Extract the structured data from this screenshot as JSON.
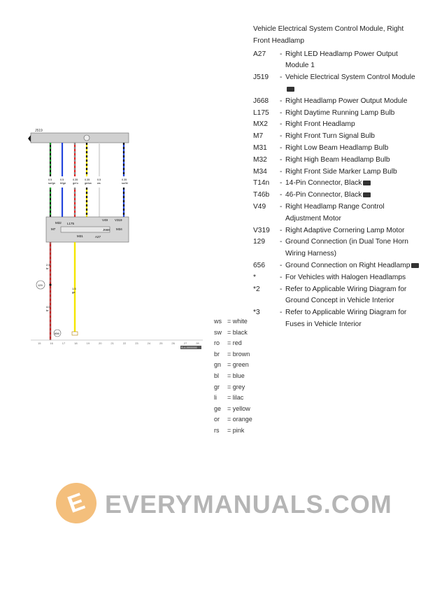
{
  "legend": {
    "title": "Vehicle Electrical System Control Module, Right Front Headlamp",
    "items": [
      {
        "code": "A27",
        "desc": "Right LED Headlamp Power Output Module 1",
        "cam": false
      },
      {
        "code": "J519",
        "desc": "Vehicle Electrical System Control Module",
        "cam": true
      },
      {
        "code": "J668",
        "desc": "Right Headlamp Power Output Module",
        "cam": false
      },
      {
        "code": "L175",
        "desc": "Right Daytime Running Lamp Bulb",
        "cam": false
      },
      {
        "code": "MX2",
        "desc": "Right Front Headlamp",
        "cam": false
      },
      {
        "code": "M7",
        "desc": "Right Front Turn Signal Bulb",
        "cam": false
      },
      {
        "code": "M31",
        "desc": "Right Low Beam Headlamp Bulb",
        "cam": false
      },
      {
        "code": "M32",
        "desc": "Right High Beam Headlamp Bulb",
        "cam": false
      },
      {
        "code": "M34",
        "desc": "Right Front Side Marker Lamp Bulb",
        "cam": false
      },
      {
        "code": "T14n",
        "desc": "14-Pin Connector, Black",
        "cam": true
      },
      {
        "code": "T46b",
        "desc": "46-Pin Connector, Black",
        "cam": true
      },
      {
        "code": "V49",
        "desc": "Right Headlamp Range Control Adjustment Motor",
        "cam": false
      },
      {
        "code": "V319",
        "desc": "Right Adaptive Cornering Lamp Motor",
        "cam": false
      },
      {
        "code": "129",
        "desc": "Ground Connection (in Dual Tone Horn Wiring Harness)",
        "cam": false
      },
      {
        "code": "656",
        "desc": "Ground Connection on Right Headlamp",
        "cam": true
      },
      {
        "code": "*",
        "desc": "For Vehicles with Halogen Headlamps",
        "cam": false
      },
      {
        "code": "*2",
        "desc": "Refer to Applicable Wiring Diagram for Ground Concept in Vehicle Interior",
        "cam": false
      },
      {
        "code": "*3",
        "desc": "Refer to Applicable Wiring Diagram for Fuses in Vehicle Interior",
        "cam": false
      }
    ]
  },
  "colors": [
    {
      "abbr": "ws",
      "name": "white"
    },
    {
      "abbr": "sw",
      "name": "black"
    },
    {
      "abbr": "ro",
      "name": "red"
    },
    {
      "abbr": "br",
      "name": "brown"
    },
    {
      "abbr": "gn",
      "name": "green"
    },
    {
      "abbr": "bl",
      "name": "blue"
    },
    {
      "abbr": "gr",
      "name": "grey"
    },
    {
      "abbr": "li",
      "name": "lilac"
    },
    {
      "abbr": "ge",
      "name": "yellow"
    },
    {
      "abbr": "or",
      "name": "orange"
    },
    {
      "abbr": "rs",
      "name": "pink"
    }
  ],
  "diagram": {
    "top_label": "J519",
    "module_labels": {
      "m32": "M32",
      "l175": "L175",
      "m7": "M7",
      "m31": "M31",
      "a27": "A27",
      "j668": "J668",
      "m34": "M34",
      "v49": "V49",
      "v319": "V319"
    },
    "wires": [
      {
        "size": "0.5",
        "color": "sw/gn",
        "hex1": "#111",
        "hex2": "#1a9a2a"
      },
      {
        "size": "0.5",
        "color": "bl/ge",
        "hex1": "#2244dd",
        "hex2": "#2244dd"
      },
      {
        "size": "0.35",
        "color": "gr/ro",
        "hex1": "#e02020",
        "hex2": "#888"
      },
      {
        "size": "0.35",
        "color": "ge/sw",
        "hex1": "#f5e600",
        "hex2": "#111"
      },
      {
        "size": "0.5",
        "color": "ws",
        "hex1": "#ddd",
        "hex2": "#ddd"
      },
      {
        "size": "0.35",
        "color": "sw/bl",
        "hex1": "#2244dd",
        "hex2": "#111"
      }
    ],
    "ground_wire": {
      "size1": "2.5",
      "color1": "br",
      "size2": "4.0",
      "color2": "br"
    },
    "feed_wire": {
      "size": "1.5",
      "color": "ge"
    },
    "ground_points": [
      "129",
      "656"
    ],
    "grid": [
      "15",
      "16",
      "17",
      "18",
      "19",
      "20",
      "21",
      "22",
      "23",
      "24",
      "25",
      "26",
      "27",
      "28"
    ],
    "ref": "ELA-00000000"
  },
  "watermark": "EVERYMANUALS.COM"
}
